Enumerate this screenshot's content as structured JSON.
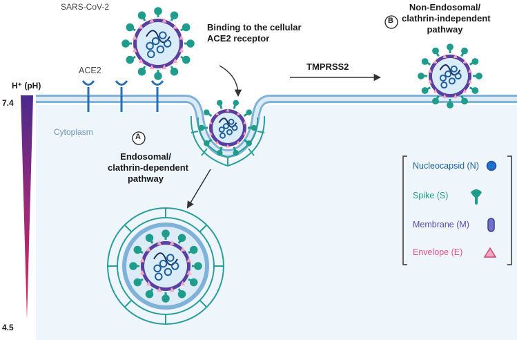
{
  "title": "SARS-CoV-2",
  "receptor": "ACE2",
  "binding_text": [
    "Binding to the cellular",
    "ACE2 receptor"
  ],
  "tmprss2": "TMPRSS2",
  "cytoplasm": "Cytoplasm",
  "ph": {
    "label": "H⁺ (pH)",
    "top": "7.4",
    "bottom": "4.5"
  },
  "pathway_a": {
    "marker": "A",
    "lines": [
      "Endosomal/",
      "clathrin-dependent",
      "pathway"
    ]
  },
  "pathway_b": {
    "marker": "B",
    "lines": [
      "Non-Endosomal/",
      "clathrin-independent",
      "pathway"
    ]
  },
  "legend": [
    {
      "label": "Nucleocapsid (N)",
      "color": "#1f5f9e",
      "icon": "nucleocapsid-icon"
    },
    {
      "label": "Spike (S)",
      "color": "#1f9c8c",
      "icon": "spike-icon"
    },
    {
      "label": "Membrane (M)",
      "color": "#5b4aa8",
      "icon": "membrane-icon"
    },
    {
      "label": "Envelope (E)",
      "color": "#e0507f",
      "icon": "envelope-icon"
    }
  ],
  "colors": {
    "spike": "#1f9c8c",
    "membrane": "#5b3fa0",
    "nucleocapsid": "#1f5f9e",
    "envelope": "#f2a7bf",
    "cell_membrane": "#7fb2d8",
    "cytoplasm": "#eef5fb",
    "clathrin": "#2a9f98"
  }
}
